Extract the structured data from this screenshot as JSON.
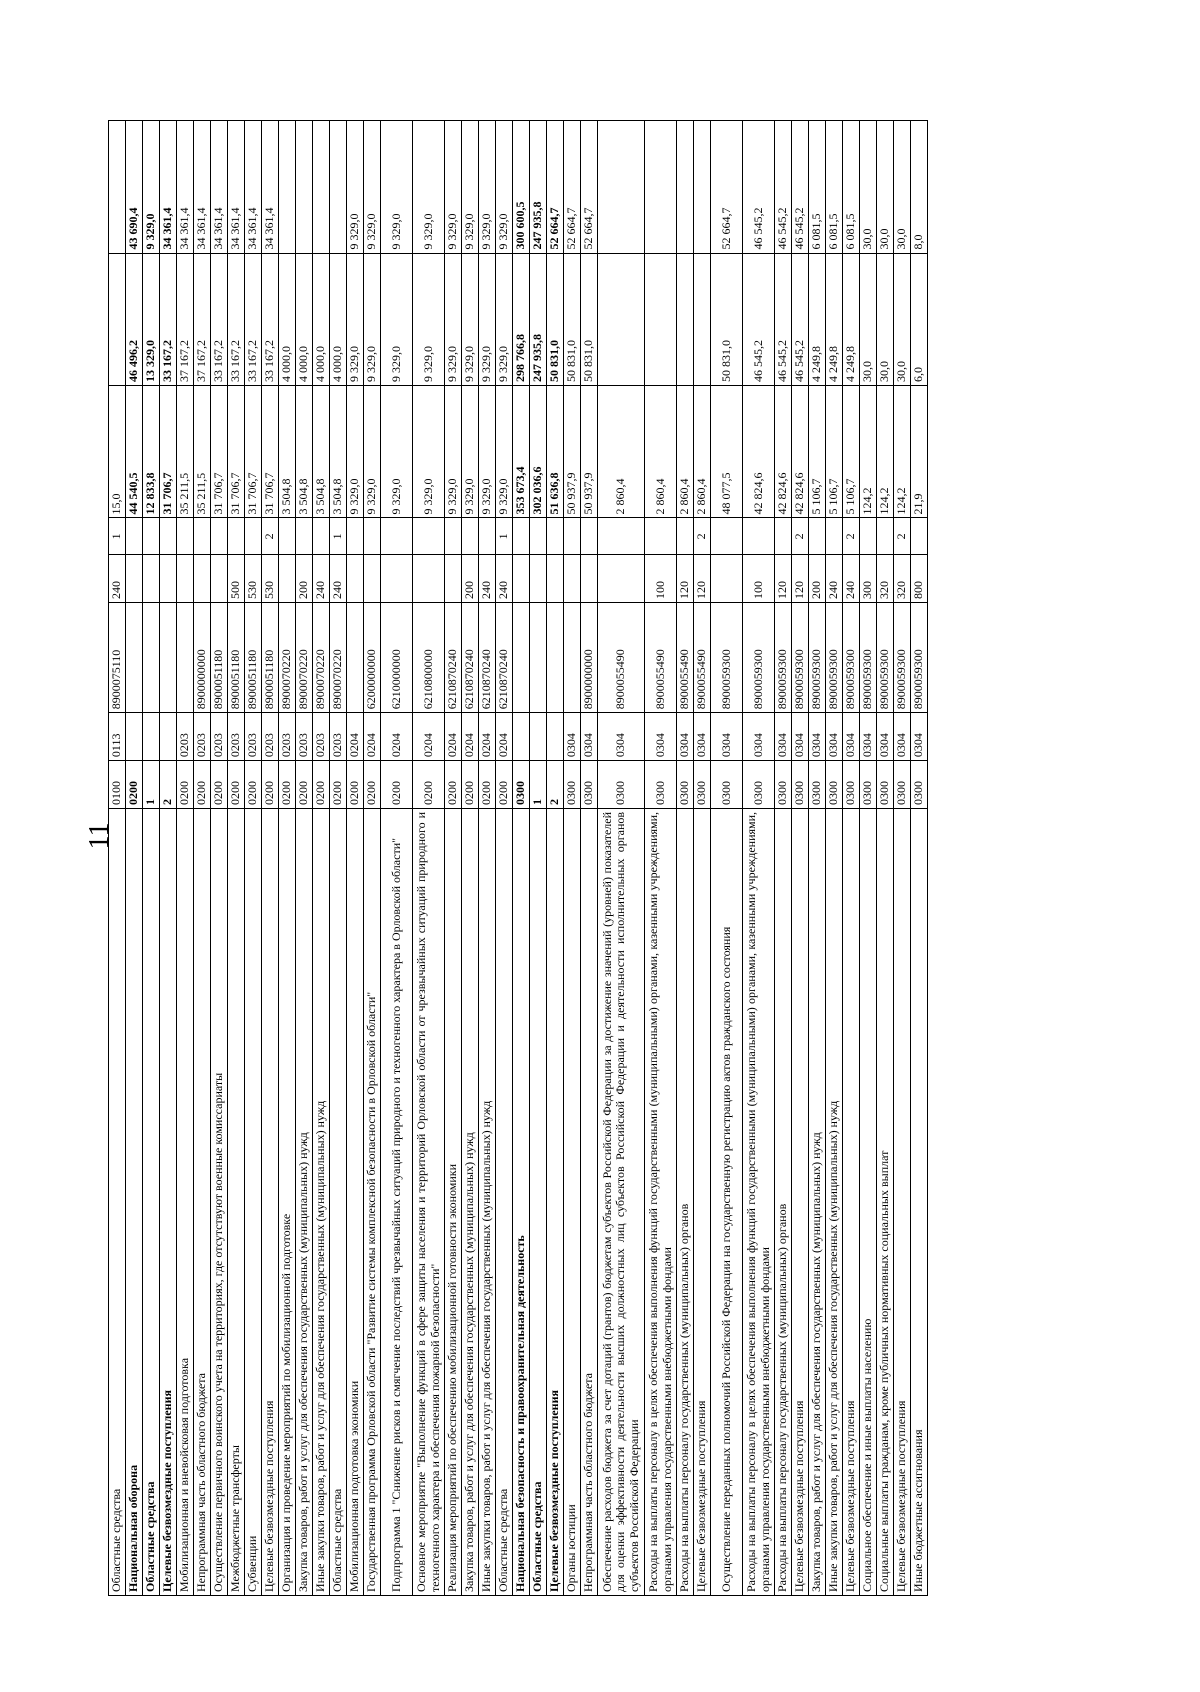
{
  "page": {
    "number": "11"
  },
  "rows": [
    {
      "name": "Областные средства",
      "c1": "0100",
      "c2": "0113",
      "c3": "8900075110",
      "c4": "240",
      "c5": "1",
      "v1": "15,0",
      "v2": "",
      "v3": ""
    },
    {
      "name": "Национальная оборона",
      "c1": "0200",
      "c2": "",
      "c3": "",
      "c4": "",
      "c5": "",
      "v1": "44 540,5",
      "v2": "46 496,2",
      "v3": "43 690,4",
      "bold": true
    },
    {
      "name": "Областные средства",
      "c1": "1",
      "c2": "",
      "c3": "",
      "c4": "",
      "c5": "",
      "v1": "12 833,8",
      "v2": "13 329,0",
      "v3": "9 329,0",
      "bold": true
    },
    {
      "name": "Целевые безвозмездные поступления",
      "c1": "2",
      "c2": "",
      "c3": "",
      "c4": "",
      "c5": "",
      "v1": "31 706,7",
      "v2": "33 167,2",
      "v3": "34 361,4",
      "bold": true
    },
    {
      "name": "Мобилизационная и вневойсковая подготовка",
      "c1": "0200",
      "c2": "0203",
      "c3": "",
      "c4": "",
      "c5": "",
      "v1": "35 211,5",
      "v2": "37 167,2",
      "v3": "34 361,4"
    },
    {
      "name": "Непрограммная часть областного бюджета",
      "c1": "0200",
      "c2": "0203",
      "c3": "8900000000",
      "c4": "",
      "c5": "",
      "v1": "35 211,5",
      "v2": "37 167,2",
      "v3": "34 361,4"
    },
    {
      "name": "Осуществление первичного воинского учета на территориях, где отсутствуют военные комиссариаты",
      "c1": "0200",
      "c2": "0203",
      "c3": "8900051180",
      "c4": "",
      "c5": "",
      "v1": "31 706,7",
      "v2": "33 167,2",
      "v3": "34 361,4"
    },
    {
      "name": "Межбюджетные трансферты",
      "c1": "0200",
      "c2": "0203",
      "c3": "8900051180",
      "c4": "500",
      "c5": "",
      "v1": "31 706,7",
      "v2": "33 167,2",
      "v3": "34 361,4"
    },
    {
      "name": "Субвенции",
      "c1": "0200",
      "c2": "0203",
      "c3": "8900051180",
      "c4": "530",
      "c5": "",
      "v1": "31 706,7",
      "v2": "33 167,2",
      "v3": "34 361,4"
    },
    {
      "name": "Целевые безвозмездные поступления",
      "c1": "0200",
      "c2": "0203",
      "c3": "8900051180",
      "c4": "530",
      "c5": "2",
      "v1": "31 706,7",
      "v2": "33 167,2",
      "v3": "34 361,4"
    },
    {
      "name": "Организация и проведение мероприятий по мобилизационной подготовке",
      "c1": "0200",
      "c2": "0203",
      "c3": "8900070220",
      "c4": "",
      "c5": "",
      "v1": "3 504,8",
      "v2": "4 000,0",
      "v3": ""
    },
    {
      "name": "Закупка товаров, работ и услуг для обеспечения государственных (муниципальных) нужд",
      "c1": "0200",
      "c2": "0203",
      "c3": "8900070220",
      "c4": "200",
      "c5": "",
      "v1": "3 504,8",
      "v2": "4 000,0",
      "v3": ""
    },
    {
      "name": "Иные закупки товаров, работ и услуг для обеспечения государственных (муниципальных) нужд",
      "c1": "0200",
      "c2": "0203",
      "c3": "8900070220",
      "c4": "240",
      "c5": "",
      "v1": "3 504,8",
      "v2": "4 000,0",
      "v3": ""
    },
    {
      "name": "Областные средства",
      "c1": "0200",
      "c2": "0203",
      "c3": "8900070220",
      "c4": "240",
      "c5": "1",
      "v1": "3 504,8",
      "v2": "4 000,0",
      "v3": ""
    },
    {
      "name": "Мобилизационная подготовка экономики",
      "c1": "0200",
      "c2": "0204",
      "c3": "",
      "c4": "",
      "c5": "",
      "v1": "9 329,0",
      "v2": "9 329,0",
      "v3": "9 329,0"
    },
    {
      "name": "Государственная программа Орловской области \"Развитие системы комплексной безопасности в Орловской области\"",
      "c1": "0200",
      "c2": "0204",
      "c3": "6200000000",
      "c4": "",
      "c5": "",
      "v1": "9 329,0",
      "v2": "9 329,0",
      "v3": "9 329,0"
    },
    {
      "name": "Подпрограмма 1 \"Снижение рисков и смягчение последствий чрезвычайных ситуаций природного и техногенного характера в Орловской области\"",
      "c1": "0200",
      "c2": "0204",
      "c3": "6210000000",
      "c4": "",
      "c5": "",
      "v1": "9 329,0",
      "v2": "9 329,0",
      "v3": "9 329,0",
      "h": 2
    },
    {
      "name": "Основное мероприятие \"Выполнение функций в сфере защиты населения и территорий Орловской области от чрезвычайных ситуаций природного и техногенного характера и обеспечения пожарной безопасности\"",
      "c1": "0200",
      "c2": "0204",
      "c3": "6210800000",
      "c4": "",
      "c5": "",
      "v1": "9 329,0",
      "v2": "9 329,0",
      "v3": "9 329,0",
      "h": 2
    },
    {
      "name": "Реализация мероприятий по обеспечению мобилизационной готовности экономики",
      "c1": "0200",
      "c2": "0204",
      "c3": "6210870240",
      "c4": "",
      "c5": "",
      "v1": "9 329,0",
      "v2": "9 329,0",
      "v3": "9 329,0"
    },
    {
      "name": "Закупка товаров, работ и услуг для обеспечения государственных (муниципальных) нужд",
      "c1": "0200",
      "c2": "0204",
      "c3": "6210870240",
      "c4": "200",
      "c5": "",
      "v1": "9 329,0",
      "v2": "9 329,0",
      "v3": "9 329,0"
    },
    {
      "name": "Иные закупки товаров, работ и услуг для обеспечения государственных (муниципальных) нужд",
      "c1": "0200",
      "c2": "0204",
      "c3": "6210870240",
      "c4": "240",
      "c5": "",
      "v1": "9 329,0",
      "v2": "9 329,0",
      "v3": "9 329,0"
    },
    {
      "name": "Областные средства",
      "c1": "0200",
      "c2": "0204",
      "c3": "6210870240",
      "c4": "240",
      "c5": "1",
      "v1": "9 329,0",
      "v2": "9 329,0",
      "v3": "9 329,0"
    },
    {
      "name": "Национальная безопасность и правоохранительная деятельность",
      "c1": "0300",
      "c2": "",
      "c3": "",
      "c4": "",
      "c5": "",
      "v1": "353 673,4",
      "v2": "298 766,8",
      "v3": "300 600,5",
      "bold": true
    },
    {
      "name": "Областные средства",
      "c1": "1",
      "c2": "",
      "c3": "",
      "c4": "",
      "c5": "",
      "v1": "302 036,6",
      "v2": "247 935,8",
      "v3": "247 935,8",
      "bold": true
    },
    {
      "name": "Целевые безвозмездные поступления",
      "c1": "2",
      "c2": "",
      "c3": "",
      "c4": "",
      "c5": "",
      "v1": "51 636,8",
      "v2": "50 831,0",
      "v3": "52 664,7",
      "bold": true
    },
    {
      "name": "Органы юстиции",
      "c1": "0300",
      "c2": "0304",
      "c3": "",
      "c4": "",
      "c5": "",
      "v1": "50 937,9",
      "v2": "50 831,0",
      "v3": "52 664,7"
    },
    {
      "name": "Непрограммная часть областного бюджета",
      "c1": "0300",
      "c2": "0304",
      "c3": "8900000000",
      "c4": "",
      "c5": "",
      "v1": "50 937,9",
      "v2": "50 831,0",
      "v3": "52 664,7"
    },
    {
      "name": "Обеспечение расходов бюджета за счет дотаций (грантов) бюджетам субъектов Российской Федерации за достижение значений (уровней) показателей для оценки эффективности деятельности высших должностных лиц субъектов Российской Федерации и деятельности исполнительных органов субъектов Российской Федерации",
      "c1": "0300",
      "c2": "0304",
      "c3": "8900055490",
      "c4": "",
      "c5": "",
      "v1": "2 860,4",
      "v2": "",
      "v3": "",
      "h": 3
    },
    {
      "name": "Расходы на выплаты персоналу в целях обеспечения выполнения функций государственными (муниципальными) органами, казенными учреждениями, органами управления государственными внебюджетными фондами",
      "c1": "0300",
      "c2": "0304",
      "c3": "8900055490",
      "c4": "100",
      "c5": "",
      "v1": "2 860,4",
      "v2": "",
      "v3": "",
      "h": 2
    },
    {
      "name": "Расходы на выплаты персоналу государственных (муниципальных) органов",
      "c1": "0300",
      "c2": "0304",
      "c3": "8900055490",
      "c4": "120",
      "c5": "",
      "v1": "2 860,4",
      "v2": "",
      "v3": ""
    },
    {
      "name": "Целевые безвозмездные поступления",
      "c1": "0300",
      "c2": "0304",
      "c3": "8900055490",
      "c4": "120",
      "c5": "2",
      "v1": "2 860,4",
      "v2": "",
      "v3": ""
    },
    {
      "name": "Осуществление переданных полномочий Российской Федерации на государственную регистрацию актов гражданского состояния",
      "c1": "0300",
      "c2": "0304",
      "c3": "8900059300",
      "c4": "",
      "c5": "",
      "v1": "48 077,5",
      "v2": "50 831,0",
      "v3": "52 664,7",
      "h": 2
    },
    {
      "name": "Расходы на выплаты персоналу в целях обеспечения выполнения функций государственными (муниципальными) органами, казенными учреждениями, органами управления государственными внебюджетными фондами",
      "c1": "0300",
      "c2": "0304",
      "c3": "8900059300",
      "c4": "100",
      "c5": "",
      "v1": "42 824,6",
      "v2": "46 545,2",
      "v3": "46 545,2",
      "h": 2
    },
    {
      "name": "Расходы на выплаты персоналу государственных (муниципальных) органов",
      "c1": "0300",
      "c2": "0304",
      "c3": "8900059300",
      "c4": "120",
      "c5": "",
      "v1": "42 824,6",
      "v2": "46 545,2",
      "v3": "46 545,2"
    },
    {
      "name": "Целевые безвозмездные поступления",
      "c1": "0300",
      "c2": "0304",
      "c3": "8900059300",
      "c4": "120",
      "c5": "2",
      "v1": "42 824,6",
      "v2": "46 545,2",
      "v3": "46 545,2"
    },
    {
      "name": "Закупка товаров, работ и услуг для обеспечения государственных (муниципальных) нужд",
      "c1": "0300",
      "c2": "0304",
      "c3": "8900059300",
      "c4": "200",
      "c5": "",
      "v1": "5 106,7",
      "v2": "4 249,8",
      "v3": "6 081,5"
    },
    {
      "name": "Иные закупки товаров, работ и услуг для обеспечения государственных (муниципальных) нужд",
      "c1": "0300",
      "c2": "0304",
      "c3": "8900059300",
      "c4": "240",
      "c5": "",
      "v1": "5 106,7",
      "v2": "4 249,8",
      "v3": "6 081,5"
    },
    {
      "name": "Целевые безвозмездные поступления",
      "c1": "0300",
      "c2": "0304",
      "c3": "8900059300",
      "c4": "240",
      "c5": "2",
      "v1": "5 106,7",
      "v2": "4 249,8",
      "v3": "6 081,5"
    },
    {
      "name": "Социальное обеспечение и иные выплаты населению",
      "c1": "0300",
      "c2": "0304",
      "c3": "8900059300",
      "c4": "300",
      "c5": "",
      "v1": "124,2",
      "v2": "30,0",
      "v3": "30,0"
    },
    {
      "name": "Социальные выплаты гражданам, кроме публичных нормативных социальных выплат",
      "c1": "0300",
      "c2": "0304",
      "c3": "8900059300",
      "c4": "320",
      "c5": "",
      "v1": "124,2",
      "v2": "30,0",
      "v3": "30,0"
    },
    {
      "name": "Целевые безвозмездные поступления",
      "c1": "0300",
      "c2": "0304",
      "c3": "8900059300",
      "c4": "320",
      "c5": "2",
      "v1": "124,2",
      "v2": "30,0",
      "v3": "30,0"
    },
    {
      "name": "Иные бюджетные ассигнования",
      "c1": "0300",
      "c2": "0304",
      "c3": "8900059300",
      "c4": "800",
      "c5": "",
      "v1": "21,9",
      "v2": "6,0",
      "v3": "8,0"
    }
  ]
}
